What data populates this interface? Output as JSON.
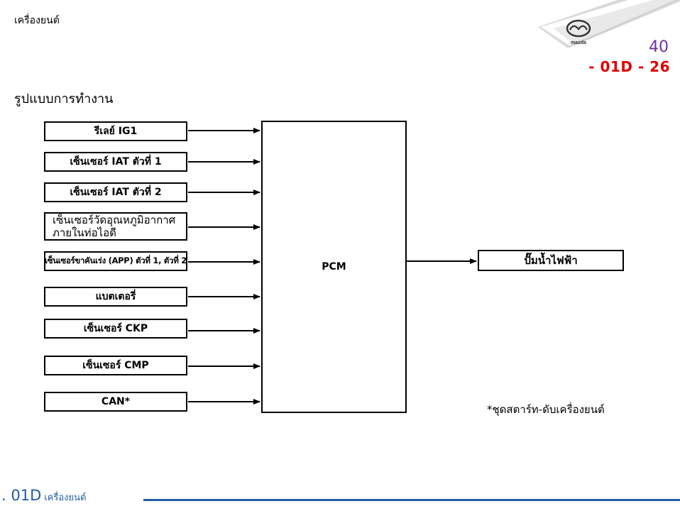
{
  "header": {
    "section": "เครื่องยนต์",
    "page_number": "40",
    "page_code": "- 01D - 26",
    "brand": "mazda"
  },
  "section_title": "รูปแบบการทำงาน",
  "diagram": {
    "inputs": [
      "รีเลย์ IG1",
      "เซ็นเซอร์ IAT ตัวที่ 1",
      "เซ็นเซอร์ IAT ตัวที่ 2",
      [
        "เซ็นเซอร์วัดอุณหภูมิอากาศ",
        "ภายในท่อไอดี"
      ],
      "เซ็นเซอร์ขาคันเร่ง (APP) ตัวที่ 1, ตัวที่ 2",
      "แบตเตอรี่",
      "เซ็นเซอร์ CKP",
      "เซ็นเซอร์ CMP",
      "CAN*"
    ],
    "controller": "PCM",
    "output": "ปั๊มน้ำไฟฟ้า",
    "note": "*ชุดสตาร์ท-ดับเครื่องยนต์"
  },
  "footer": {
    "code": ". 01D",
    "label": "เครื่องยนต์"
  },
  "colors": {
    "accent_blue": "#1f5da8",
    "page_code_red": "#e00000",
    "page_number_purple": "#7030a0"
  }
}
